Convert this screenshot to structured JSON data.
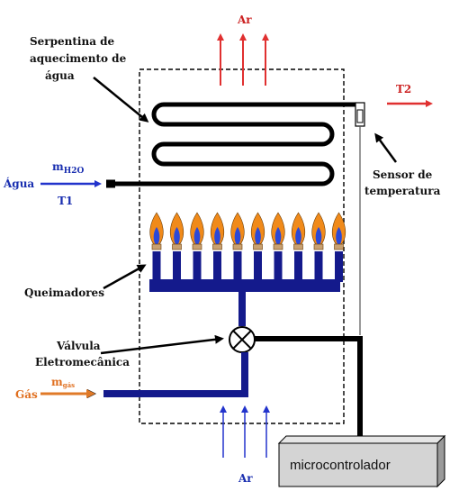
{
  "labels": {
    "ar_top": "Ar",
    "ar_bottom": "Ar",
    "t2": "T2",
    "serpentina_l1": "Serpentina de",
    "serpentina_l2": "aquecimento de",
    "serpentina_l3": "água",
    "agua": "Água",
    "mh2o": "m",
    "mh2o_sub": "H2O",
    "t1": "T1",
    "sensor_l1": "Sensor de",
    "sensor_l2": "temperatura",
    "queimadores": "Queimadores",
    "valvula_l1": "Válvula",
    "valvula_l2": "Eletromecânica",
    "gas": "Gás",
    "mgas": "m",
    "mgas_sub": "gás",
    "microcontrolador": "microcontrolador"
  },
  "colors": {
    "coil": "#000000",
    "burner": "#141a8c",
    "hot_air": "#e03030",
    "cold_air": "#2233cc",
    "gas": "#e07a28",
    "flame_orange": "#f08a1a",
    "flame_blue": "#2a48d8",
    "box_fill": "#d4d4d4"
  }
}
